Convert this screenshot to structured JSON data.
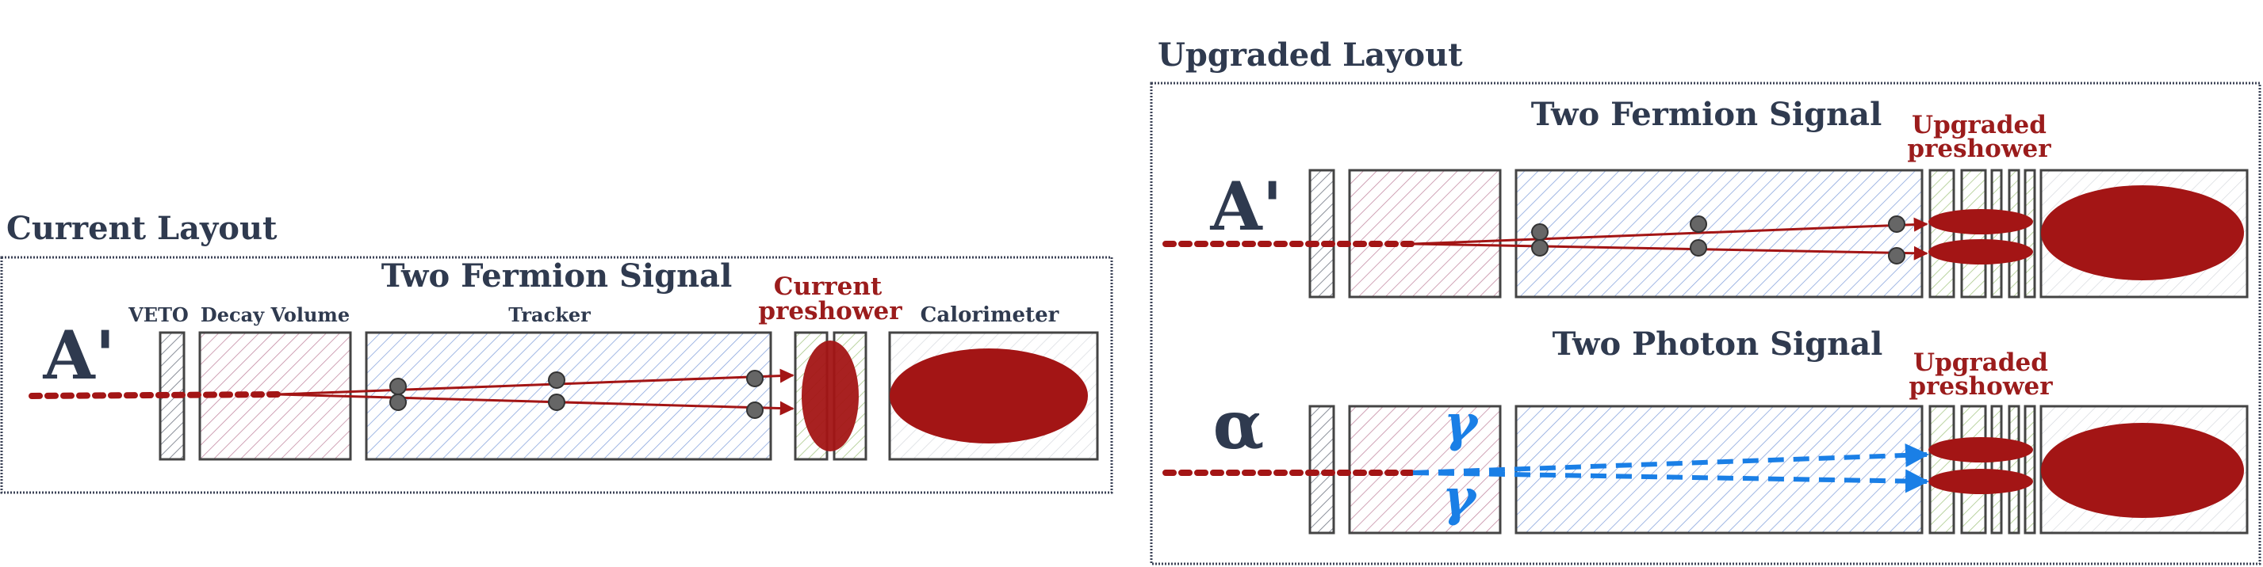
{
  "current": {
    "heading": "Current Layout",
    "signal_title": "Two Fermion Signal",
    "particle": "A'",
    "labels": {
      "veto": "VETO",
      "decay_volume": "Decay Volume",
      "tracker": "Tracker",
      "preshower_line1": "Current",
      "preshower_line2": "preshower",
      "calorimeter": "Calorimeter"
    }
  },
  "upgraded": {
    "heading": "Upgraded Layout",
    "fermion": {
      "signal_title": "Two Fermion Signal",
      "particle": "A'",
      "preshower_line1": "Upgraded",
      "preshower_line2": "preshower"
    },
    "photon": {
      "signal_title": "Two Photon Signal",
      "particle": "α",
      "gamma_top": "γ",
      "gamma_bottom": "γ",
      "preshower_line1": "Upgraded",
      "preshower_line2": "preshower"
    }
  },
  "colors": {
    "text": "#2f3a4f",
    "accent_red": "#9b1c1c",
    "signal_red": "#a31515",
    "photon_blue": "#1a7fe6",
    "decay_hatch": "#c08aa0",
    "tracker_hatch": "#7f9fd9",
    "preshower_hatch": "#9cbf7a",
    "frame": "#3b4256"
  }
}
